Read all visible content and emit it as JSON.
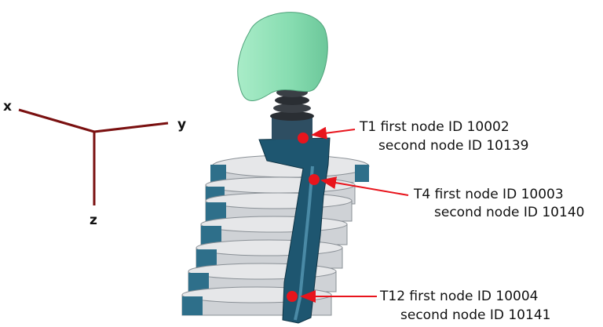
{
  "axes": {
    "x_label": "x",
    "y_label": "y",
    "z_label": "z",
    "color": "#7a1010"
  },
  "colors": {
    "head": "#8ee0b4",
    "ribs": "#d8dadd",
    "spine": "#1e5670",
    "marker": "#e8141c",
    "arrow": "#e8141c"
  },
  "annotations": [
    {
      "id": "t1",
      "line1": "T1 first node ID 10002",
      "line2": "second node ID 10139"
    },
    {
      "id": "t4",
      "line1": "T4 first node ID 10003",
      "line2": "second node ID 10140"
    },
    {
      "id": "t12",
      "line1": "T12 first node ID 10004",
      "line2": "second node ID 10141"
    }
  ]
}
